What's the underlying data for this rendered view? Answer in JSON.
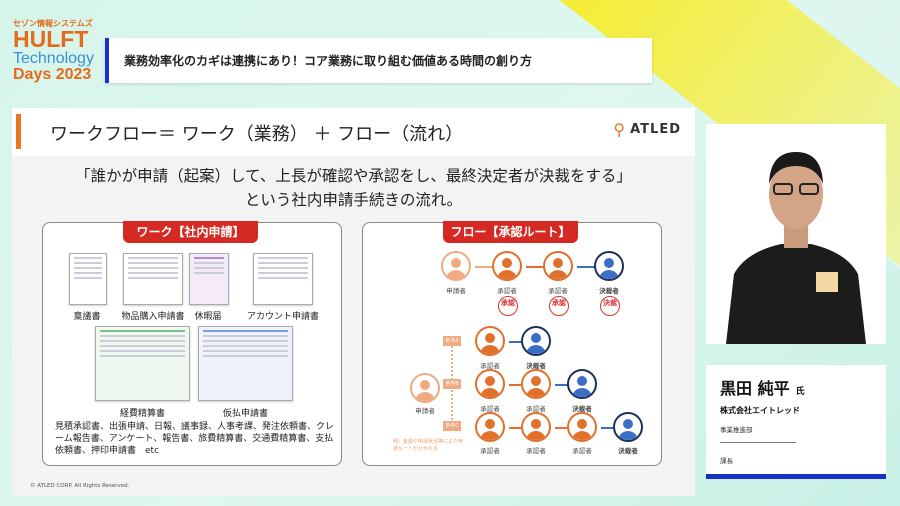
{
  "event": {
    "brand": "セゾン情報システムズ",
    "line1": "HULFT",
    "line2": "Technology",
    "line3": "Days 2023"
  },
  "session_title": "業務効率化のカギは連携にあり！コア業務に取り組む価値ある時間の創り方",
  "slide": {
    "title": "ワークフロー＝ ワーク（業務） ＋ フロー（流れ）",
    "logo": "ATLED",
    "lead1": "「誰かが申請（起案）して、上長が確認や承認をし、最終決定者が決裁をする」",
    "lead2": "という社内申請手続きの流れ。",
    "work": {
      "tag": "ワーク【社内申請】",
      "docs": [
        "稟議書",
        "物品購入申請書",
        "休暇届",
        "アカウント申請書",
        "経費精算書",
        "仮払申請書"
      ],
      "others": "見積承認書、出張申請、日報、議事録、人事考課、発注依頼書、クレーム報告書、アンケート、報告書、旅費精算書、交通費精算書、支払依頼書、押印申請書　etc"
    },
    "flow": {
      "tag": "フロー【承認ルート】",
      "applicant": "申請者",
      "approver": "承認者",
      "decider": "決裁者",
      "stamp_approve": "承認",
      "stamp_decide": "決裁",
      "conditions": [
        "条件A",
        "条件B",
        "条件C"
      ],
      "note": "例）金額や申請状況等により申請ルートが分かれる"
    },
    "copyright": "© ATLED CORP. All Rights Reserved."
  },
  "speaker": {
    "name": "黒田 純平",
    "honorific": "氏",
    "company": "株式会社エイトレッド",
    "department": "事業推進部",
    "position": "課長"
  },
  "colors": {
    "accent": "#e87722",
    "brand_blue": "#1730c8",
    "tag_red": "#d42a23"
  }
}
